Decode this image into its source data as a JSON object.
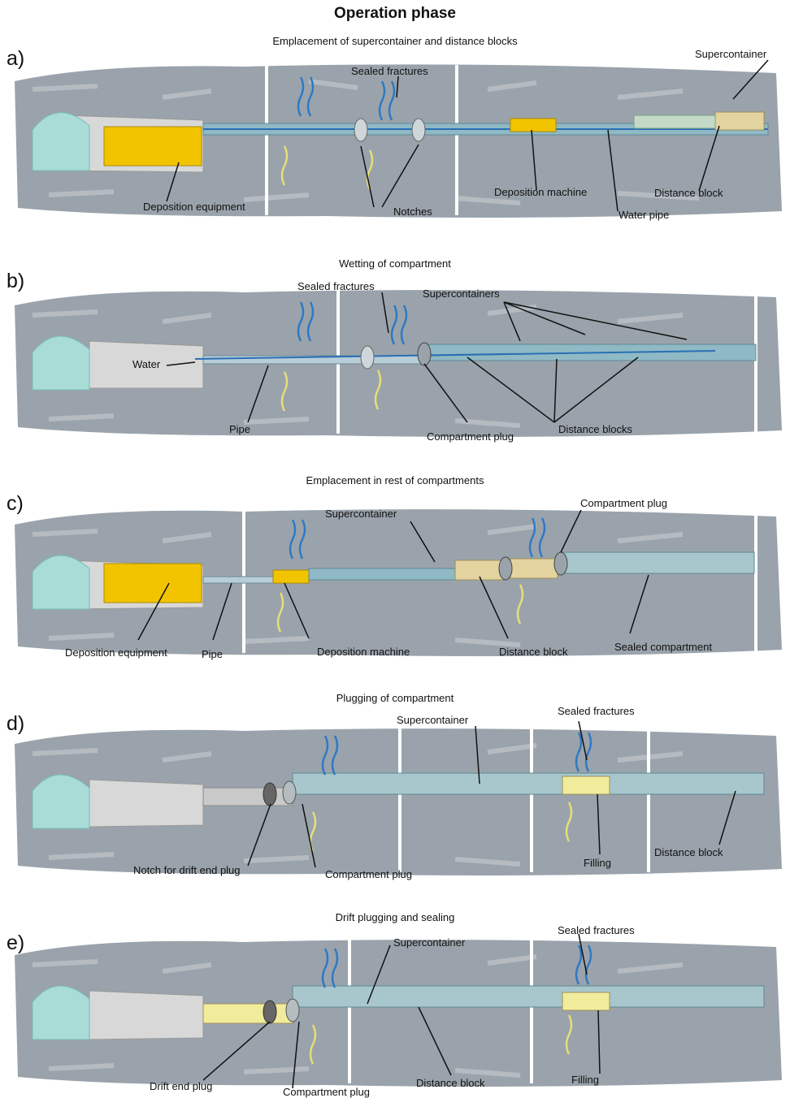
{
  "title": "Operation phase",
  "panels": [
    {
      "letter": "a)",
      "subtitle": "Emplacement of supercontainer and distance blocks",
      "labels": {
        "sealed_fractures": "Sealed fractures",
        "supercontainer": "Supercontainer",
        "deposition_equipment": "Deposition equipment",
        "notches": "Notches",
        "deposition_machine": "Deposition machine",
        "distance_block": "Distance block",
        "water_pipe": "Water pipe"
      }
    },
    {
      "letter": "b)",
      "subtitle": "Wetting of compartment",
      "labels": {
        "sealed_fractures": "Sealed fractures",
        "supercontainers": "Supercontainers",
        "water": "Water",
        "pipe": "Pipe",
        "compartment_plug": "Compartment plug",
        "distance_blocks": "Distance blocks"
      }
    },
    {
      "letter": "c)",
      "subtitle": "Emplacement in rest of compartments",
      "labels": {
        "supercontainer": "Supercontainer",
        "compartment_plug": "Compartment plug",
        "deposition_equipment": "Deposition equipment",
        "pipe": "Pipe",
        "deposition_machine": "Deposition machine",
        "distance_block": "Distance block",
        "sealed_compartment": "Sealed compartment"
      }
    },
    {
      "letter": "d)",
      "subtitle": "Plugging of compartment",
      "labels": {
        "supercontainer": "Supercontainer",
        "sealed_fractures": "Sealed fractures",
        "notch_drift_end_plug": "Notch for drift end plug",
        "compartment_plug": "Compartment plug",
        "filling": "Filling",
        "distance_block": "Distance block"
      }
    },
    {
      "letter": "e)",
      "subtitle": "Drift plugging and sealing",
      "labels": {
        "supercontainer": "Supercontainer",
        "sealed_fractures": "Sealed fractures",
        "drift_end_plug": "Drift end plug",
        "compartment_plug": "Compartment plug",
        "distance_block": "Distance block",
        "filling": "Filling"
      }
    }
  ],
  "colors": {
    "rock": "#9aa3ab",
    "rock_light": "#c7ccd1",
    "tunnel_face": "#a9dcd6",
    "concrete": "#d8d8d8",
    "equipment": "#f2c400",
    "supercontainer": "#8fb9c4",
    "distance_block": "#e3d49f",
    "water_line": "#2a6fb5",
    "fracture_blue": "#2e79c4",
    "fracture_yellow": "#e6dd79"
  }
}
